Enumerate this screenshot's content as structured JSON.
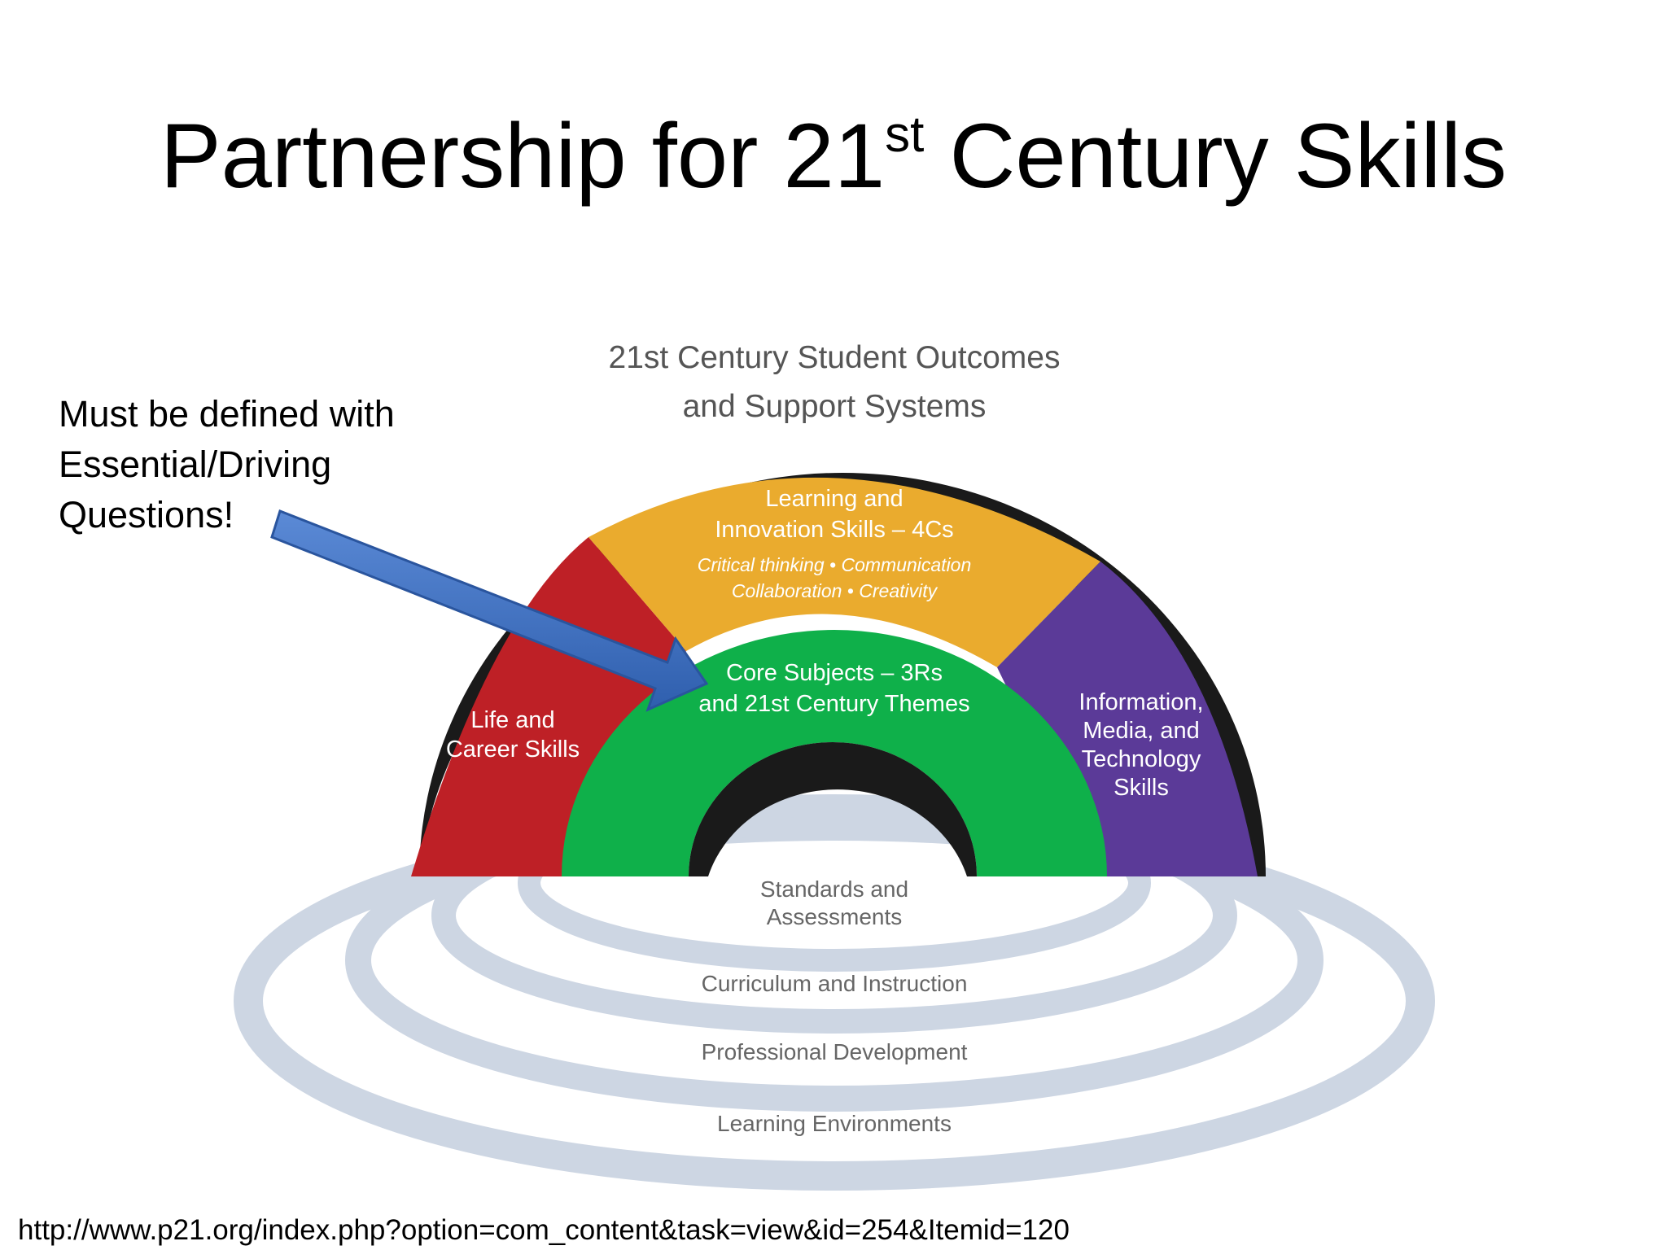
{
  "slide": {
    "title_prefix": "Partnership for 21",
    "title_sup": "st",
    "title_suffix": " Century Skills",
    "callout_lines": [
      "Must be defined with",
      "Essential/Driving",
      "Questions!"
    ],
    "source_url": "http://www.p21.org/index.php?option=com_content&task=view&id=254&Itemid=120"
  },
  "diagram": {
    "heading_lines": [
      "21st Century Student Outcomes",
      "and Support Systems"
    ],
    "outer_arch": {
      "left_segment": {
        "label_lines": [
          "Life and",
          "Career Skills"
        ],
        "color": "#be2026"
      },
      "top_segment": {
        "label_lines": [
          "Learning and",
          "Innovation Skills – 4Cs"
        ],
        "detail_lines": [
          "Critical thinking • Communication",
          "Collaboration • Creativity"
        ],
        "color": "#eaab2e"
      },
      "right_segment": {
        "label_lines": [
          "Information,",
          "Media, and",
          "Technology",
          "Skills"
        ],
        "color": "#5b3a98"
      }
    },
    "inner_arch": {
      "label_lines": [
        "Core Subjects – 3Rs",
        "and 21st Century Themes"
      ],
      "color": "#0fb04a"
    },
    "support_rings": [
      {
        "label_lines": [
          "Standards and",
          "Assessments"
        ]
      },
      {
        "label_lines": [
          "Curriculum and Instruction"
        ]
      },
      {
        "label_lines": [
          "Professional Development"
        ]
      },
      {
        "label_lines": [
          "Learning Environments"
        ]
      }
    ],
    "ring_color": "#cdd6e3",
    "pointer_arrow_color": "#3c6fc2"
  }
}
